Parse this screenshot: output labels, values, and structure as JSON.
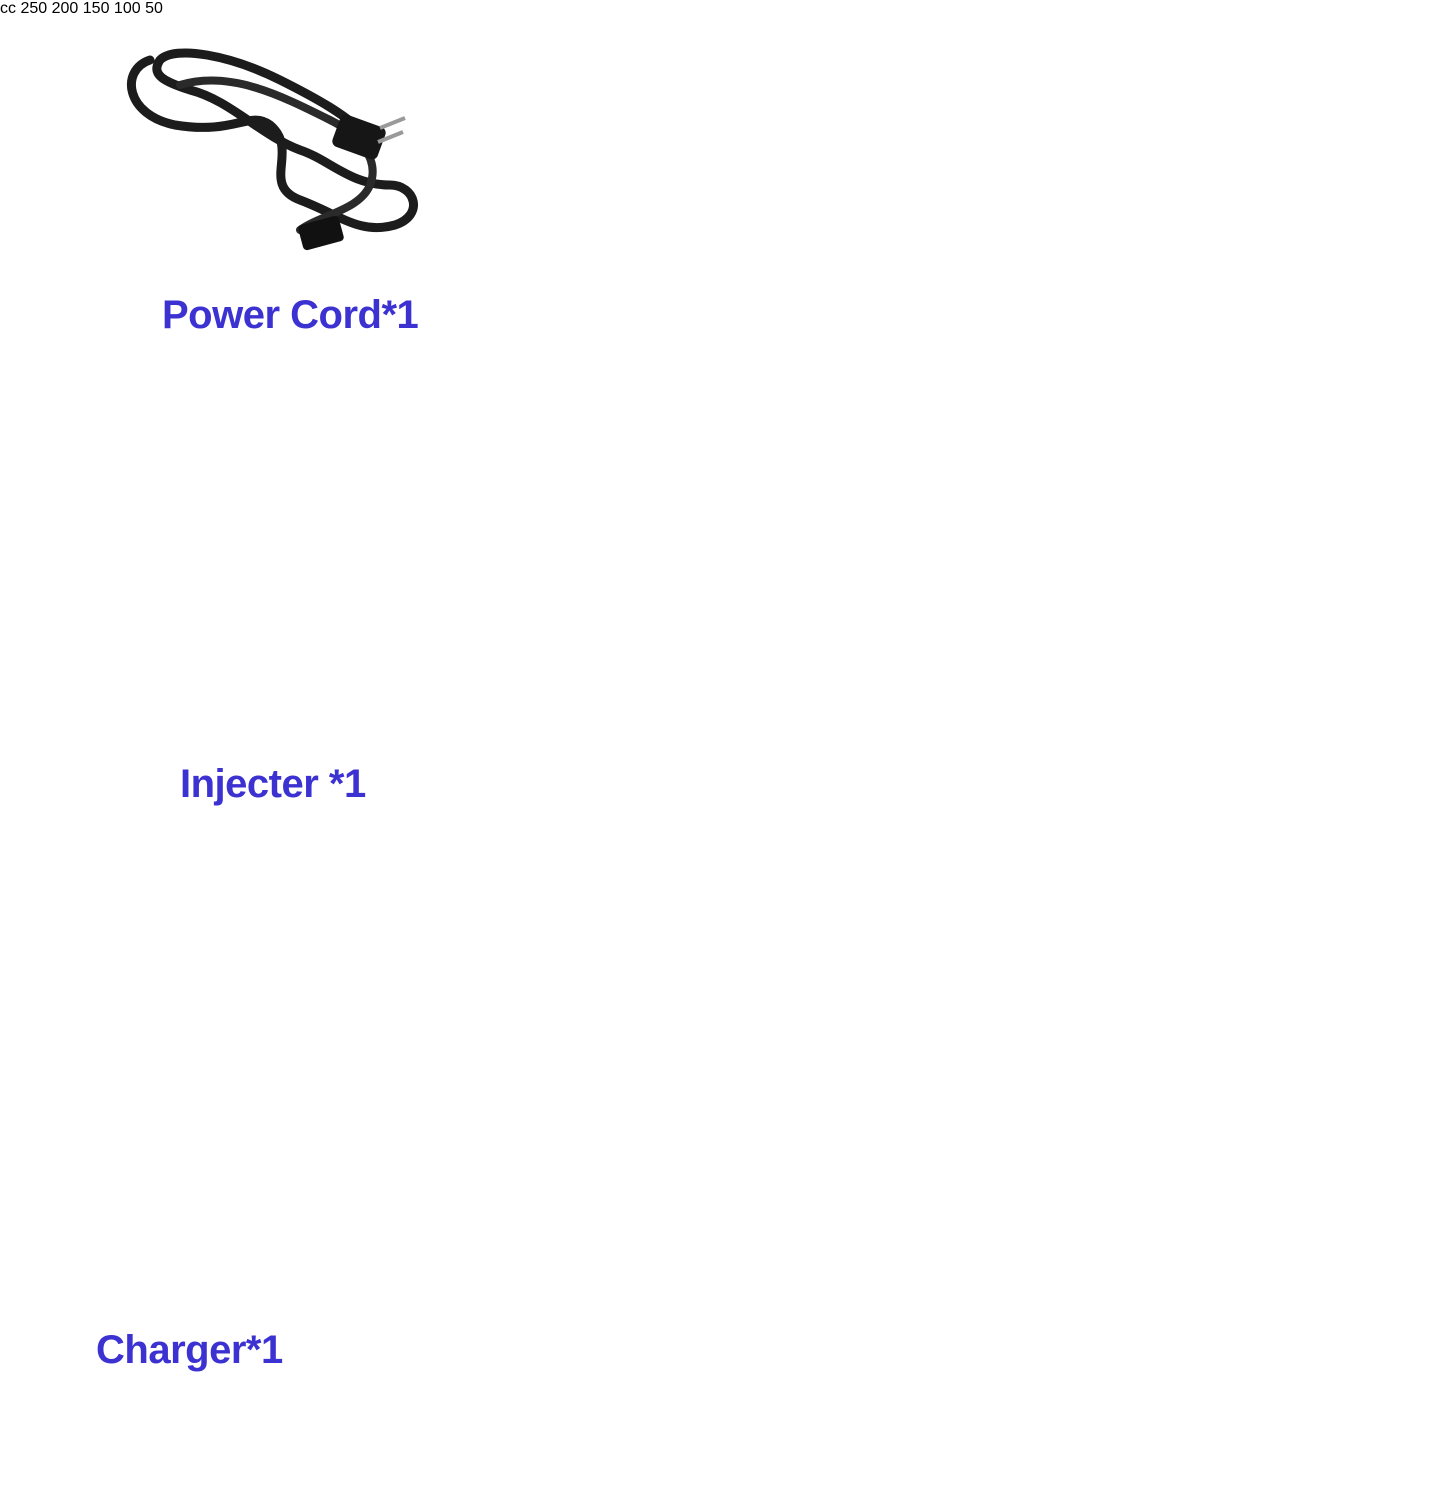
{
  "labels": {
    "power_cord": "Power Cord*1",
    "injecter": "Injecter *1",
    "charger": "Charger*1"
  },
  "syringe_scale": [
    "250",
    "200",
    "150",
    "100",
    "50"
  ],
  "syringe_unit": "cc",
  "colors": {
    "label_text": "#3c32d2",
    "tube_blue": "#2f7fe0",
    "cable_blue": "#6f9fe6",
    "cabinet_black": "#0b0b0d",
    "steel": "#8a8d92"
  }
}
